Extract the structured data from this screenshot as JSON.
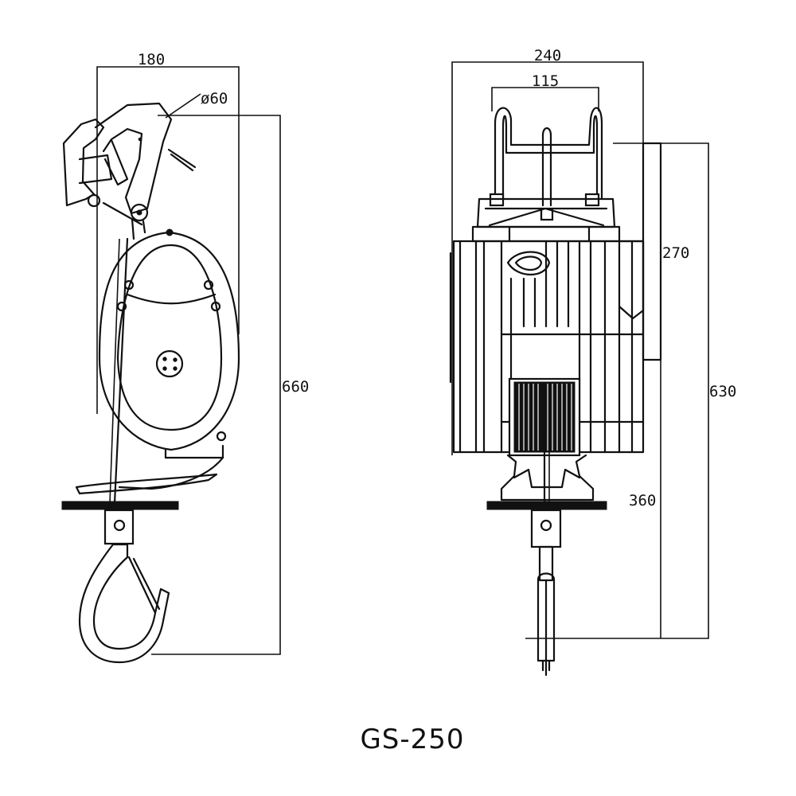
{
  "drawing": {
    "model_label": "GS-250",
    "side_view": {
      "width_dim": "180",
      "diameter_dim": "ø60",
      "height_dim": "660"
    },
    "front_view": {
      "width_dim": "240",
      "inner_width_dim": "115",
      "upper_dim": "270",
      "total_dim": "630",
      "lower_dim": "360"
    }
  }
}
